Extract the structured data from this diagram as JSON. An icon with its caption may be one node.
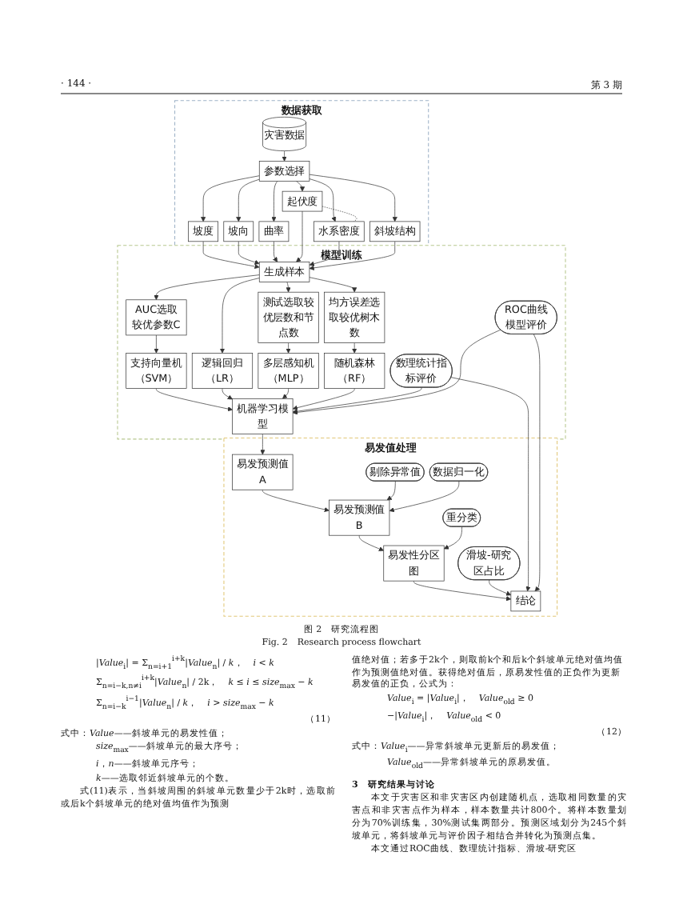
{
  "diagram": {
    "caption": "图 2　研究流程图",
    "nodes": [
      {
        "text": [
          "数据获取"
        ]
      },
      {
        "text": [
          "灾害数据"
        ],
        "in": 0
      },
      {
        "text": [
          "参数选择"
        ],
        "in": 0
      },
      {
        "text": [
          "坡度"
        ],
        "in": 0
      },
      {
        "text": [
          "坡向"
        ],
        "in": 0
      },
      {
        "text": [
          "曲率"
        ],
        "in": 0
      },
      {
        "text": [
          "起伏度"
        ],
        "in": 0
      },
      {
        "text": [
          "水系密度"
        ],
        "in": 0
      },
      {
        "text": [
          "斜坡结构"
        ],
        "in": 0
      },
      {
        "text": [
          "模型训练"
        ]
      },
      {
        "text": [
          "生成样本"
        ],
        "in": 9
      },
      {
        "text": [
          "AUC选取较优参数C"
        ],
        "in": 9
      },
      {
        "text": [
          "测试选取较优层数和节点数"
        ],
        "in": 9
      },
      {
        "text": [
          "均方误差选取较优树木数"
        ],
        "in": 9
      },
      {
        "text": [
          "支持向量机（SVM）"
        ],
        "in": 9
      },
      {
        "text": [
          "逻辑回归（LR）"
        ],
        "in": 9
      },
      {
        "text": [
          "多层感知机（MLP）"
        ],
        "in": 9
      },
      {
        "text": [
          "随机森林（RF）"
        ],
        "in": 9
      },
      {
        "text": [
          "机器学习模型"
        ],
        "in": 9
      },
      {
        "text": [
          "数理统计指标评价"
        ],
        "in": 9
      },
      {
        "text": [
          "ROC曲线模型评价"
        ],
        "in": 9
      },
      {
        "text": [
          "易发值处理"
        ]
      },
      {
        "text": [
          "易发预测值A"
        ],
        "in": 21
      },
      {
        "text": [
          "剔除异常值"
        ],
        "in": 21
      },
      {
        "text": [
          "数据归一化"
        ],
        "in": 21
      },
      {
        "text": [
          "易发预测值B"
        ],
        "in": 21
      },
      {
        "text": [
          "重分类"
        ],
        "in": 21
      },
      {
        "text": [
          "易发性分区图"
        ],
        "in": 21
      },
      {
        "text": [
          "滑坡-研究区占比"
        ],
        "in": 21
      },
      {
        "text": [
          "结论"
        ],
        "in": 21
      }
    ],
    "edges": [
      {
        "from": 1,
        "to": 2,
        "arrow": "to"
      },
      {
        "from": 2,
        "to": 3,
        "arrow": "to"
      },
      {
        "from": 2,
        "to": 4,
        "arrow": "to"
      },
      {
        "from": 2,
        "to": 5,
        "arrow": "to"
      },
      {
        "from": 2,
        "to": 6,
        "arrow": "to"
      },
      {
        "from": 2,
        "to": 7,
        "arrow": "to"
      },
      {
        "from": 2,
        "to": 8,
        "arrow": "to"
      },
      {
        "from": 6,
        "to": 7,
        "arrow": "none",
        "style": "dashed"
      },
      {
        "from": 3,
        "to": 10,
        "arrow": "to"
      },
      {
        "from": 4,
        "to": 10,
        "arrow": "to"
      },
      {
        "from": 5,
        "to": 10,
        "arrow": "to"
      },
      {
        "from": 6,
        "to": 10,
        "arrow": "to"
      },
      {
        "from": 7,
        "to": 10,
        "arrow": "to"
      },
      {
        "from": 8,
        "to": 10,
        "arrow": "to"
      },
      {
        "from": 10,
        "to": 11,
        "arrow": "to"
      },
      {
        "from": 10,
        "to": 15,
        "arrow": "to"
      },
      {
        "from": 10,
        "to": 12,
        "arrow": "to"
      },
      {
        "from": 10,
        "to": 13,
        "arrow": "to"
      },
      {
        "from": 11,
        "to": 14,
        "arrow": "to"
      },
      {
        "from": 12,
        "to": 16,
        "arrow": "to"
      },
      {
        "from": 13,
        "to": 17,
        "arrow": "to"
      },
      {
        "from": 14,
        "to": 18,
        "arrow": "to"
      },
      {
        "from": 15,
        "to": 18,
        "arrow": "to"
      },
      {
        "from": 16,
        "to": 18,
        "arrow": "to"
      },
      {
        "from": 17,
        "to": 18,
        "arrow": "to"
      },
      {
        "from": 19,
        "to": 18,
        "arrow": "to"
      },
      {
        "from": 20,
        "to": 18,
        "arrow": "to"
      },
      {
        "from": 18,
        "to": 22,
        "arrow": "to"
      },
      {
        "from": 22,
        "to": 25,
        "arrow": "to"
      },
      {
        "from": 23,
        "to": 25,
        "arrow": "to"
      },
      {
        "from": 24,
        "to": 25,
        "arrow": "to"
      },
      {
        "from": 25,
        "to": 27,
        "arrow": "to"
      },
      {
        "from": 26,
        "to": 27,
        "arrow": "to"
      },
      {
        "from": 27,
        "to": 29,
        "arrow": "to"
      },
      {
        "from": 28,
        "to": 29,
        "arrow": "to"
      },
      {
        "from": 19,
        "to": 29,
        "arrow": "to"
      },
      {
        "from": 20,
        "to": 29,
        "arrow": "to"
      }
    ],
    "labels": [
      "· 144 ·",
      "第 3 期",
      "Fig. 2　Research process flowchart",
      "|*Value*$_{i}$| = Σ$_{n=i+1}$$^{i+k}$|*Value*$_{n}$| / *k*，　*i* < *k*",
      "Σ$_{n=i−k,n≠i}$$^{i+k}$|*Value*$_{n}$| / 2k，　*k* ≤ *i* ≤ *size*$_{max}$ − *k*",
      "Σ$_{n=i−k}$$^{i−1}$|*Value*$_{n}$| / *k*，　*i* > *size*$_{max}$ − *k*",
      "（11）",
      "式中：*Value*——斜坡单元的易发性值；",
      "*size*$_{max}$——斜坡单元的最大序号；",
      "*i*，*n*——斜坡单元序号；",
      "*k*——选取邻近斜坡单元的个数。",
      "式(11)表示，当斜坡周围的斜坡单元数量少于2k时，选取前或后k个斜坡单元的绝对值均值作为预测",
      "值绝对值；若多于2k个，则取前k个和后k个斜坡单元绝对值均值作为预测值绝对值。获得绝对值后，原易发性值的正负作为更新易发值的正负，公式为：",
      "*Value*$_{i}$ = |*Value*$_{i}$|，　*Value*$_{old}$ ≥ 0",
      "−|*Value*$_{i}$|，　*Value*$_{old}$ < 0",
      "（12）",
      "式中：*Value*$_{i}$——异常斜坡单元更新后的易发值；",
      "*Value*$_{old}$——异常斜坡单元的原易发值。",
      "3　研究结果与讨论",
      "本文于灾害区和非灾害区内创建随机点，选取相同数量的灾害点和非灾害点作为样本，样本数量共计800个。将样本数量划分为70%训练集，30%测试集两部分。预测区域划分为245个斜坡单元，将斜坡单元与评价因子相结合并转化为预测点集。",
      "本文通过ROC曲线、数理统计指标、滑坡-研究区"
    ]
  }
}
